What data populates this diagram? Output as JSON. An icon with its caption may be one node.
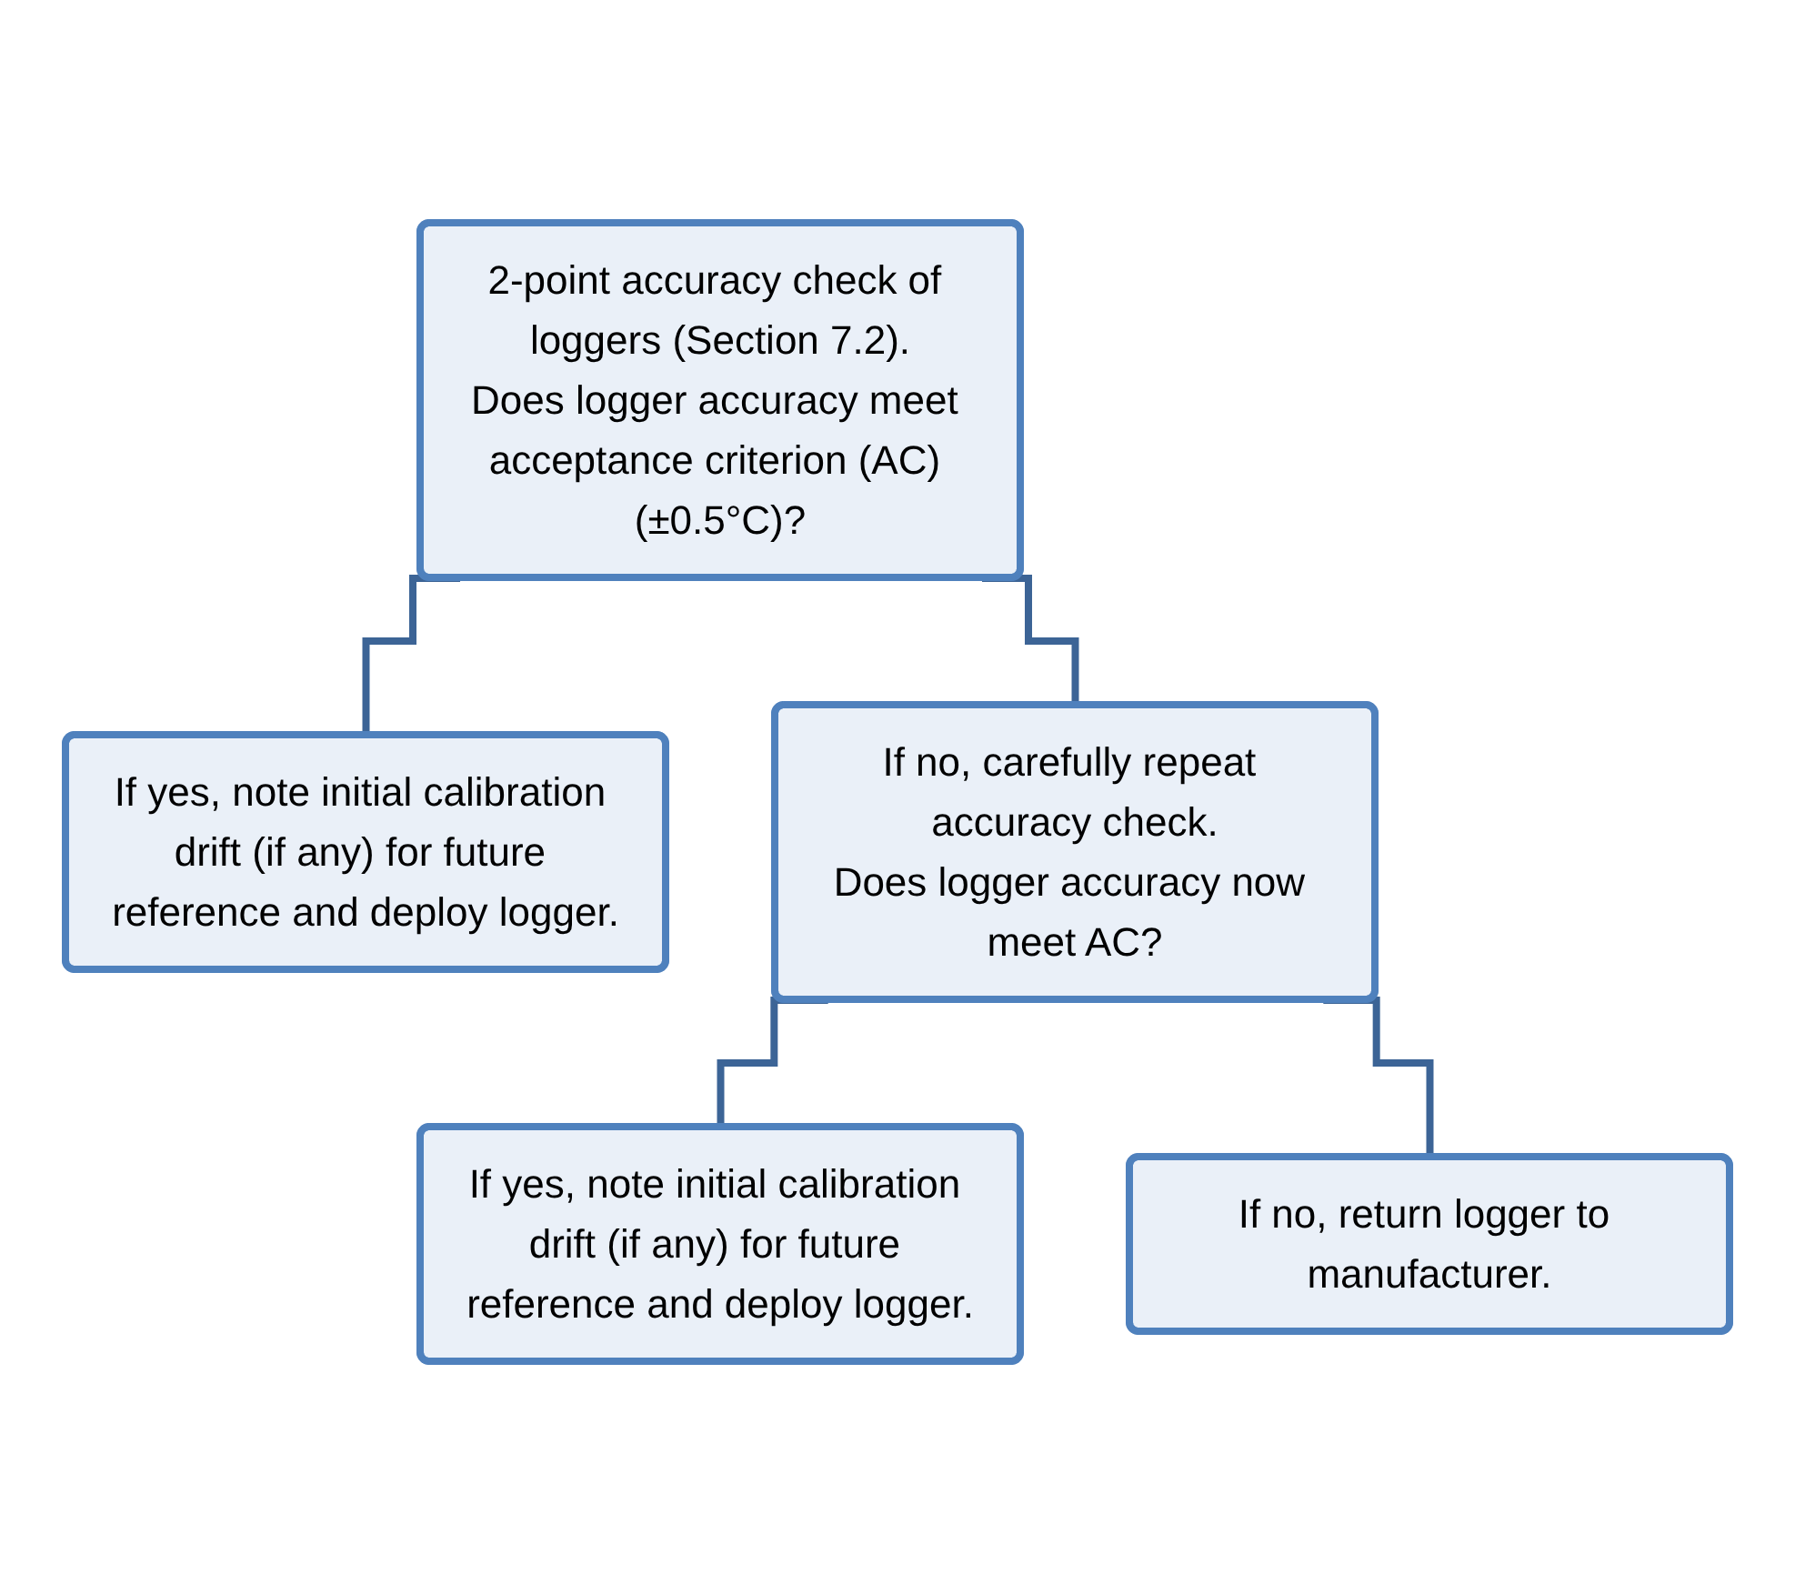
{
  "diagram": {
    "nodes": [
      {
        "text": [
          "2-point accuracy check of loggers (Section 7.2).",
          "Does logger accuracy meet acceptance criterion (AC) (±0.5°C)?"
        ]
      },
      {
        "text": [
          "If yes, note initial calibration drift (if any) for future reference and deploy logger."
        ]
      },
      {
        "text": [
          "If no, carefully repeat accuracy check.",
          "Does logger accuracy now meet AC?"
        ]
      },
      {
        "text": [
          "If yes, note initial calibration drift (if any) for future reference and deploy logger."
        ]
      },
      {
        "text": [
          "If no, return logger to manufacturer."
        ]
      }
    ],
    "edges": [
      {
        "from": 0,
        "to": 1,
        "arrow": "none"
      },
      {
        "from": 0,
        "to": 2,
        "arrow": "none"
      },
      {
        "from": 2,
        "to": 3,
        "arrow": "none"
      },
      {
        "from": 2,
        "to": 4,
        "arrow": "none"
      }
    ]
  }
}
